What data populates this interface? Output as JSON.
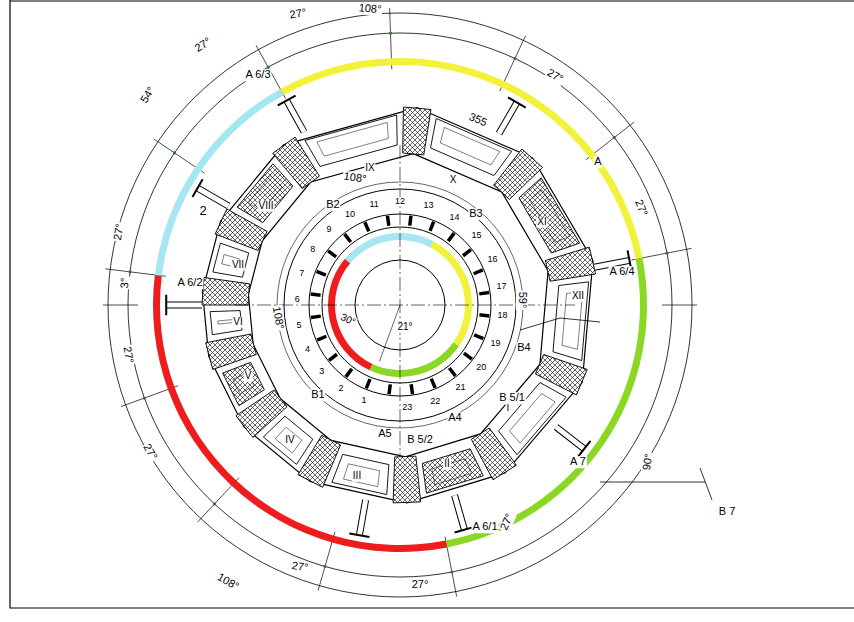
{
  "diagram": {
    "labels": [
      "27°",
      "27°",
      "108°",
      "27°",
      "27°",
      "54°",
      "27°",
      "3°",
      "27°",
      "27°",
      "108°",
      "27°",
      "27°",
      "27°",
      "90°",
      "355",
      "108°",
      "A 6/3",
      "A 6/2",
      "A 6/4",
      "A 6/1",
      "A 7",
      "A",
      "B 7",
      "IX",
      "X",
      "XI",
      "XII",
      "VIII",
      "VII",
      "VI",
      "V",
      "IV",
      "III",
      "II",
      "I",
      "2",
      "B2",
      "B3",
      "B4",
      "B1",
      "B 5/1",
      "B 5/2",
      "A5",
      "A4",
      "30°",
      "21°",
      "59°",
      "108°",
      "1",
      "2",
      "3",
      "4",
      "5",
      "6",
      "7",
      "8",
      "9",
      "10",
      "11",
      "12",
      "13",
      "14",
      "15",
      "16",
      "17",
      "18",
      "19",
      "20",
      "21",
      "22",
      "23"
    ]
  }
}
